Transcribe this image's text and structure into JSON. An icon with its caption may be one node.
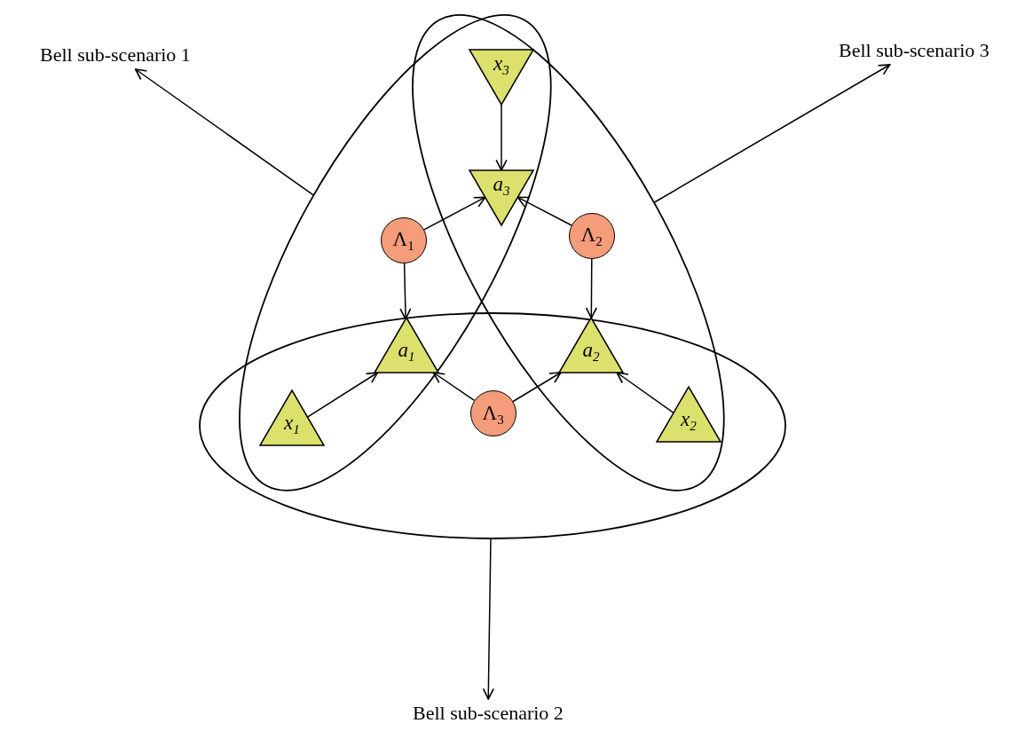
{
  "diagram": {
    "nodes": [
      {
        "text": [],
        "shape": "ellipse"
      },
      {
        "text": [],
        "shape": "ellipse"
      },
      {
        "text": [],
        "shape": "ellipse"
      },
      {
        "text": [
          "x$_{3}$"
        ]
      },
      {
        "text": [
          "a$_{3}$"
        ]
      },
      {
        "text": [
          "Λ$_{1}$"
        ],
        "in": 0
      },
      {
        "text": [
          "Λ$_{2}$"
        ],
        "in": 1
      },
      {
        "text": [
          "a$_{1}$"
        ]
      },
      {
        "text": [
          "a$_{2}$"
        ]
      },
      {
        "text": [
          "x$_{1}$"
        ]
      },
      {
        "text": [
          "Λ$_{3}$"
        ],
        "in": 2
      },
      {
        "text": [
          "x$_{2}$"
        ]
      },
      {
        "text": [
          "Bell sub-scenario 1"
        ]
      },
      {
        "text": [
          "Bell sub-scenario 3"
        ]
      },
      {
        "text": [
          "Bell sub-scenario 2"
        ]
      }
    ],
    "edges": [
      {
        "from": 3,
        "to": 4,
        "arrow": "to"
      },
      {
        "from": 5,
        "to": 4,
        "arrow": "to"
      },
      {
        "from": 6,
        "to": 4,
        "arrow": "to"
      },
      {
        "from": 5,
        "to": 7,
        "arrow": "to"
      },
      {
        "from": 6,
        "to": 8,
        "arrow": "to"
      },
      {
        "from": 9,
        "to": 7,
        "arrow": "to"
      },
      {
        "from": 10,
        "to": 7,
        "arrow": "to"
      },
      {
        "from": 10,
        "to": 8,
        "arrow": "to"
      },
      {
        "from": 11,
        "to": 8,
        "arrow": "to"
      },
      {
        "from": 0,
        "to": 12,
        "arrow": "to"
      },
      {
        "from": 1,
        "to": 13,
        "arrow": "to"
      },
      {
        "from": 2,
        "to": 14,
        "arrow": "to"
      }
    ]
  }
}
